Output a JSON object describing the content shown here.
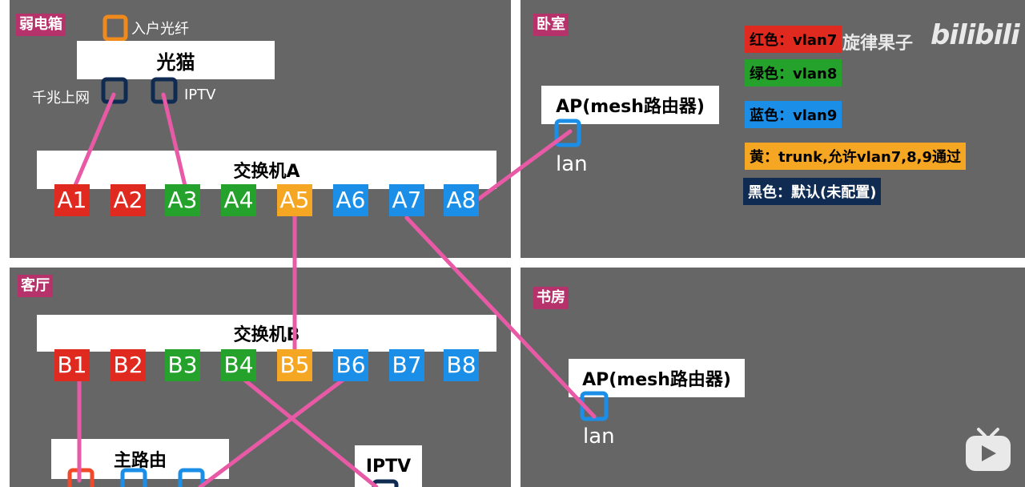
{
  "rooms": {
    "utility": "弱电箱",
    "bedroom": "卧室",
    "living": "客厅",
    "study": "书房"
  },
  "fiber_label": "入户光纤",
  "modem": {
    "title": "光猫",
    "port1_label": "千兆上网",
    "port2_label": "IPTV"
  },
  "switch_a": {
    "title": "交换机A",
    "ports": [
      {
        "label": "A1",
        "color": "red"
      },
      {
        "label": "A2",
        "color": "red"
      },
      {
        "label": "A3",
        "color": "green"
      },
      {
        "label": "A4",
        "color": "green"
      },
      {
        "label": "A5",
        "color": "yellow"
      },
      {
        "label": "A6",
        "color": "blue"
      },
      {
        "label": "A7",
        "color": "blue"
      },
      {
        "label": "A8",
        "color": "blue"
      }
    ]
  },
  "switch_b": {
    "title": "交换机B",
    "ports": [
      {
        "label": "B1",
        "color": "red"
      },
      {
        "label": "B2",
        "color": "red"
      },
      {
        "label": "B3",
        "color": "green"
      },
      {
        "label": "B4",
        "color": "green"
      },
      {
        "label": "B5",
        "color": "yellow"
      },
      {
        "label": "B6",
        "color": "blue"
      },
      {
        "label": "B7",
        "color": "blue"
      },
      {
        "label": "B8",
        "color": "blue"
      }
    ]
  },
  "bedroom_ap": {
    "title": "AP(mesh路由器)",
    "port_label": "lan"
  },
  "study_ap": {
    "title": "AP(mesh路由器)",
    "port_label": "lan"
  },
  "main_router": {
    "title": "主路由"
  },
  "iptv_box": {
    "title": "IPTV"
  },
  "legend": [
    {
      "text": "红色：vlan7",
      "color": "#e02a1f"
    },
    {
      "text": "绿色：vlan8",
      "color": "#25a22c"
    },
    {
      "text": "蓝色：vlan9",
      "color": "#1b8fe8"
    },
    {
      "text": "黄：trunk,允许vlan7,8,9通过",
      "color": "#f5a623"
    },
    {
      "text": "黑色：默认(未配置)",
      "color": "#0f2b52"
    }
  ],
  "watermark": {
    "author": "旋律果子",
    "brand": "bilibili"
  },
  "colors": {
    "wire": "#e85aa6",
    "background": "#666666",
    "divider": "#ffffff",
    "room_tag": "#b5336a"
  }
}
